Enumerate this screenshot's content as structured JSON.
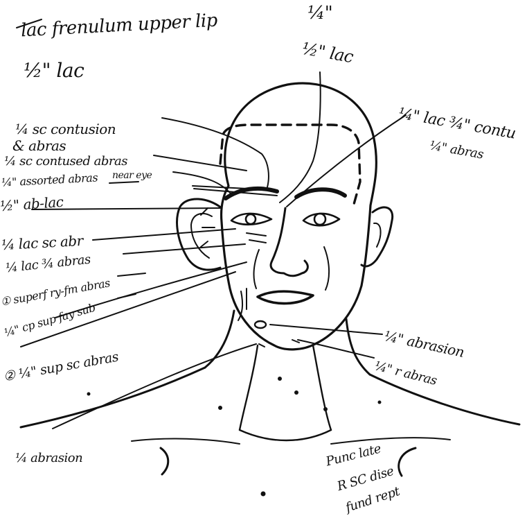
{
  "colors": {
    "ink": "#111111",
    "paper": "#ffffff"
  },
  "notes": {
    "top_line": "lac frenulum upper lip",
    "top_quarter": "¼\"",
    "half_lac_top": "½\" lac",
    "half_lac_left": "½\" lac",
    "scalp_right": "¼\" lac ¾\" contu",
    "scalp_right2": "¼\" abras",
    "sc_cont_line1": "¼ sc contusion",
    "sc_cont_line2": "& abras",
    "sc_cont_abras": "¼ sc contused abras",
    "assorted_abras": "¼\" assorted abras",
    "assorted_abras_tail": "near eye",
    "ab_lac": "½\" ab-lac",
    "lac_sc_abr": "¼ lac sc abr",
    "lac_abras": "¼ lac ¾ abras",
    "sup_ry": "① superf ry-fm abras",
    "sup_fay": "¼\" cp sup fay sub",
    "sup_sc": "② ¼\" sup sc abras",
    "right_abras1": "¼\" abrasion",
    "right_abras2": "¼\" r abras",
    "bottom_left": "¼ abrasion",
    "bottom_right1": "Punc late",
    "bottom_right2": "R SC dise",
    "bottom_right3": "fund rept"
  }
}
